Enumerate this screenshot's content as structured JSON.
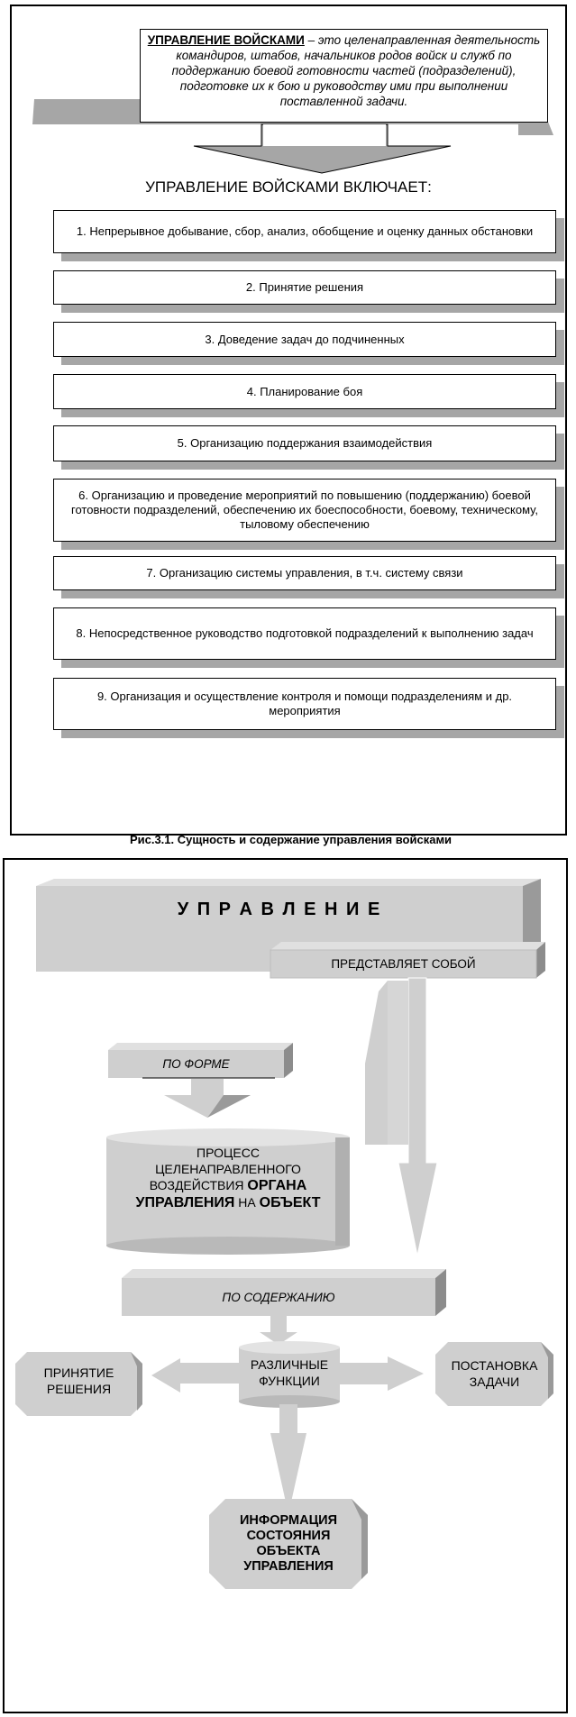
{
  "figure1": {
    "definition_term": "УПРАВЛЕНИЕ ВОЙСКАМИ",
    "definition_text": " – это целенаправленная деятельность командиров, штабов, начальников родов войск и служб по поддержанию боевой готовности частей (подразделений), подготовке их к бою и руководству ими при выполнении поставленной задачи.",
    "heading": "УПРАВЛЕНИЕ ВОЙСКАМИ ВКЛЮЧАЕТ:",
    "items": [
      "1.  Непрерывное добывание, сбор, анализ, обобщение и оценку данных обстановки",
      "2. Принятие  решения",
      "3. Доведение  задач до подчиненных",
      "4. Планирование  боя",
      "5. Организацию  поддержания  взаимодействия",
      "6. Организацию и проведение  мероприятий  по повышению  (поддержанию) боевой готовности подразделений,  обеспечению их боеспособности, боевому, техническому,  тыловому обеспечению",
      "7. Организацию  системы управления,  в т.ч.  систему связи",
      "8. Непосредственное  руководство  подготовкой подразделений  к выполнению  задач",
      "9. Организация  и осуществление  контроля и помощи  подразделениям  и др. мероприятия"
    ],
    "caption": "Рис.3.1. Сущность и содержание управления войсками"
  },
  "figure2": {
    "title": "У П Р А В Л Е Н И Е",
    "represents": "ПРЕДСТАВЛЯЕТ СОБОЙ",
    "by_form": "ПО ФОРМЕ",
    "process_line1": "ПРОЦЕСС",
    "process_line2": "ЦЕЛЕНАПРАВЛЕННОГО",
    "process_line3a": "ВОЗДЕЙСТВИЯ ",
    "process_line3b": "ОРГАНА",
    "process_line4a": "УПРАВЛЕНИЯ",
    "process_line4b": " НА ",
    "process_line4c": "ОБЪЕКТ",
    "by_content": "ПО СОДЕРЖАНИЮ",
    "decision_line1": "ПРИНЯТИЕ",
    "decision_line2": "РЕШЕНИЯ",
    "functions_line1": "РАЗЛИЧНЫЕ",
    "functions_line2": "ФУНКЦИИ",
    "task_line1": "ПОСТАНОВКА",
    "task_line2": "ЗАДАЧИ",
    "info_line1": "ИНФОРМАЦИЯ",
    "info_line2": "СОСТОЯНИЯ",
    "info_line3": "ОБЪЕКТА",
    "info_line4": "УПРАВЛЕНИЯ",
    "colors": {
      "fill": "#cfcfcf",
      "shade": "#9a9a9a",
      "dark": "#8c8c8c"
    }
  }
}
